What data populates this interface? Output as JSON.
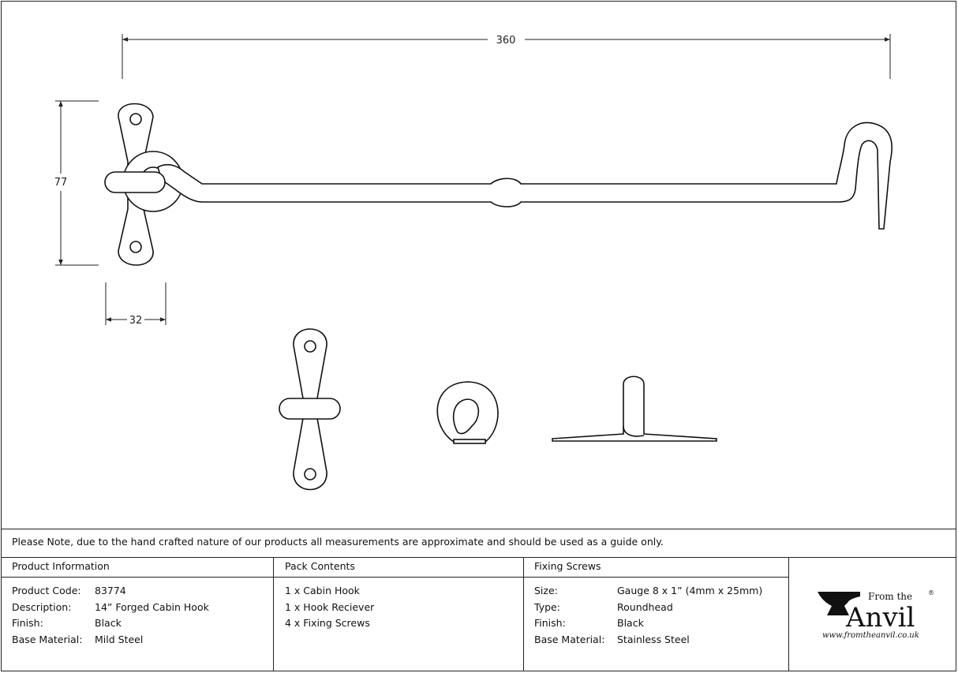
{
  "dimensions": {
    "width": "360",
    "height": "77",
    "depth": "32"
  },
  "note": "Please Note, due to the hand crafted nature of our products all measurements are approximate and should be used as a guide only.",
  "product_info": {
    "header": "Product Information",
    "rows": [
      {
        "label": "Product Code:",
        "value": "83774"
      },
      {
        "label": "Description:",
        "value": "14” Forged Cabin Hook"
      },
      {
        "label": "Finish:",
        "value": "Black"
      },
      {
        "label": "Base Material:",
        "value": "Mild Steel"
      }
    ]
  },
  "pack_contents": {
    "header": "Pack Contents",
    "items": [
      "1 x Cabin Hook",
      "1 x Hook Reciever",
      "4 x Fixing Screws"
    ]
  },
  "fixing_screws": {
    "header": "Fixing Screws",
    "rows": [
      {
        "label": "Size:",
        "value": "Gauge 8 x 1” (4mm x 25mm)"
      },
      {
        "label": "Type:",
        "value": "Roundhead"
      },
      {
        "label": "Finish:",
        "value": "Black"
      },
      {
        "label": "Base Material:",
        "value": "Stainless Steel"
      }
    ]
  },
  "logo": {
    "top": "From the",
    "main": "Anvil",
    "url": "www.fromtheanvil.co.uk",
    "mark": "®"
  }
}
